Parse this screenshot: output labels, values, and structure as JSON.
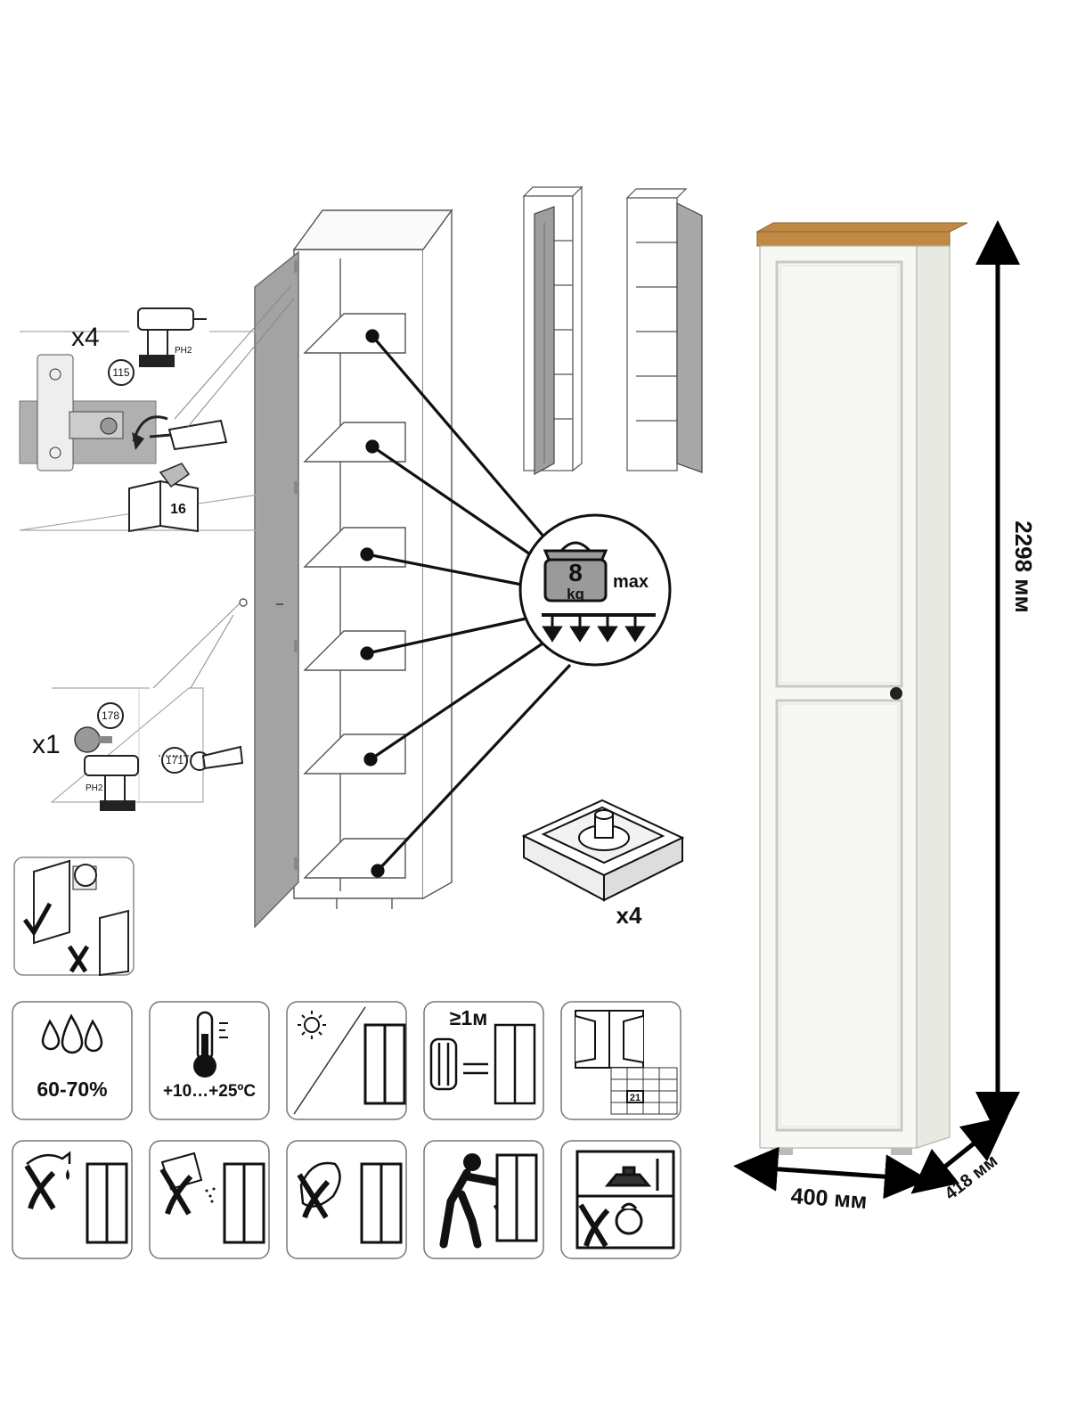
{
  "assembly": {
    "hinge_qty": "x4",
    "hinge_part": "115",
    "tool_bit": "PH2",
    "manual_page": "16",
    "knob_qty": "x1",
    "knob_part": "178",
    "screw_part": "171",
    "knob_tool_bit": "PH2",
    "foot_qty": "x4"
  },
  "shelf_load": {
    "weight": "8",
    "unit": "kg",
    "limit": "max"
  },
  "care_icons": {
    "humidity": "60-70%",
    "temperature": "+10…+25ºC",
    "min_distance": "≥1м",
    "calendar_day": "21",
    "icon_names": [
      "humidity-icon",
      "thermometer-icon",
      "sunlight-icon",
      "heater-distance-icon",
      "ventilation-icon",
      "no-liquid-icon",
      "no-spray-icon",
      "no-abrasive-icon",
      "no-dragging-icon",
      "no-overload-icon"
    ]
  },
  "dimensions": {
    "height": "2298 мм",
    "width": "400 мм",
    "depth": "418 мм"
  },
  "colors": {
    "ink": "#1a1a1a",
    "door_panel": "#a3a3a3",
    "wood_top": "#c08a44",
    "cabinet_face": "#f7f7f3",
    "arrow": "#000000"
  }
}
